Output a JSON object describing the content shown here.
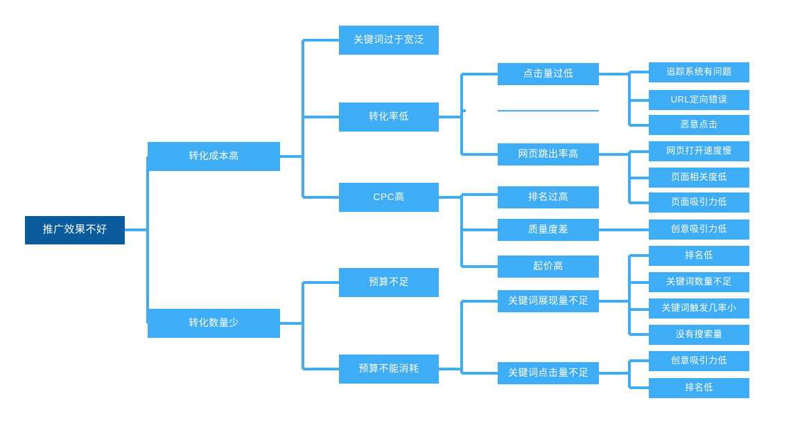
{
  "diagram": {
    "title": "推广效果不好",
    "type": "mind-map",
    "colors": {
      "root_fill": "#0A5B9C",
      "node_fill": "#3FADF5",
      "connector": "#3FADF5",
      "text": "#FFFFFF",
      "background": "#FFFFFF"
    },
    "nodes": {
      "root": "推广效果不好",
      "branch_cost": "转化成本高",
      "branch_volume": "转化数量少",
      "kw_too_broad": "关键词过于宽泛",
      "low_conversion_rate": "转化率低",
      "high_cpc": "CPC高",
      "low_clicks": "点击量过低",
      "blank_node": "",
      "high_bounce": "网页跳出率高",
      "tracking_problem": "追踪系统有问题",
      "url_redirect_error": "URL定向错误",
      "malicious_click": "恶意点击",
      "slow_page_load": "网页打开速度慢",
      "low_page_relevance": "页面相关度低",
      "low_page_appeal": "页面吸引力低",
      "rank_too_high": "排名过高",
      "poor_quality_score": "质量度差",
      "high_base_price": "起价高",
      "low_creative_appeal_cpc": "创意吸引力低",
      "budget_insufficient": "预算不足",
      "budget_not_spent": "预算不能消耗",
      "kw_impressions_low": "关键词展现量不足",
      "kw_clicks_low": "关键词点击量不足",
      "low_rank_a": "排名低",
      "kw_count_low": "关键词数量不足",
      "kw_trigger_low": "关键词触发几率小",
      "no_search_volume": "没有搜索量",
      "low_creative_appeal_b": "创意吸引力低",
      "low_rank_b": "排名低"
    }
  }
}
